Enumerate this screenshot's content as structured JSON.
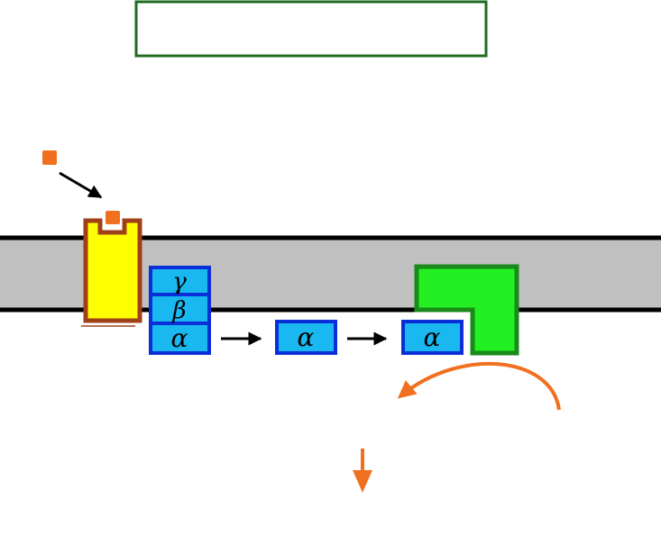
{
  "title_box": {
    "text": ""
  },
  "g_protein": {
    "subunits": [
      {
        "key": "gamma",
        "symbol": "γ"
      },
      {
        "key": "beta",
        "symbol": "β"
      },
      {
        "key": "alpha",
        "symbol": "α"
      }
    ]
  },
  "alpha_free": {
    "symbol": "α"
  },
  "alpha_bound": {
    "symbol": "α"
  },
  "colors": {
    "membrane_fill": "#c0c0c0",
    "membrane_line": "#000000",
    "title_box_border": "#1f6b1f",
    "receptor_fill": "#ffff00",
    "receptor_border": "#a0401a",
    "ligand": "#f07020",
    "subunit_fill": "#19b8f0",
    "subunit_border": "#0a2fd8",
    "effector_fill": "#22f022",
    "effector_border": "#1a8a1a",
    "curved_arrow": "#f07020",
    "down_arrow": "#f07020",
    "black_arrow": "#000000"
  },
  "icons": {
    "ligand_free": "square-ligand-icon",
    "ligand_bound": "square-ligand-icon",
    "ligand_arrow": "diagonal-arrow-icon",
    "activation_arrows": "right-arrow-icon",
    "product_curve": "curved-arrow-icon",
    "output": "down-arrow-icon"
  }
}
